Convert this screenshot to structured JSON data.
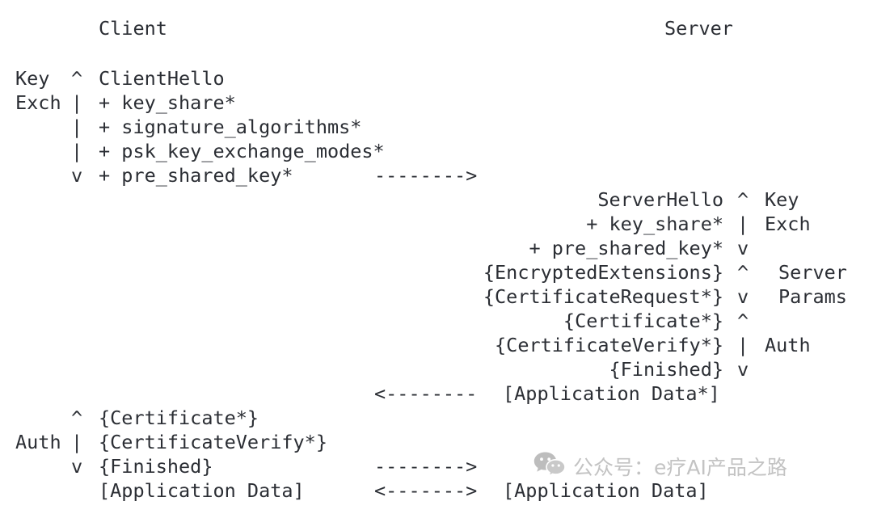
{
  "document": {
    "kind": "tls13-full-handshake-ascii-diagram",
    "background_color": "#ffffff",
    "text_color": "#2b2e34"
  },
  "headers": {
    "client": "Client",
    "server": "Server"
  },
  "client_side": {
    "phases": [
      {
        "label_line_1": "Key",
        "label_line_2": "Exch",
        "name": "key-exchange"
      },
      {
        "label_line_1": "Auth",
        "label_line_2": "",
        "name": "authentication"
      }
    ],
    "key_exchange": {
      "group_label_lines": [
        "Key",
        "Exch"
      ],
      "spine": [
        "^",
        "|",
        "|",
        "|",
        "v"
      ],
      "messages": [
        "ClientHello",
        "+ key_share*",
        "+ signature_algorithms*",
        "+ psk_key_exchange_modes*",
        "+ pre_shared_key*"
      ]
    },
    "auth": {
      "group_label_lines": [
        "",
        "Auth",
        ""
      ],
      "spine": [
        "^",
        "|",
        "v"
      ],
      "messages": [
        "{Certificate*}",
        "{CertificateVerify*}",
        "{Finished}"
      ]
    },
    "app_data": "[Application Data]"
  },
  "server_side": {
    "key_exchange": {
      "spine": [
        "^",
        "|",
        "v"
      ],
      "group_label_lines": [
        "Key",
        "Exch",
        ""
      ],
      "messages": [
        "ServerHello",
        "+ key_share*",
        "+ pre_shared_key*"
      ]
    },
    "server_params": {
      "spine": [
        "^",
        "v"
      ],
      "group_label_lines": [
        "Server",
        "Params"
      ],
      "messages": [
        "{EncryptedExtensions}",
        "{CertificateRequest*}"
      ]
    },
    "auth": {
      "spine": [
        "^",
        "|",
        "v"
      ],
      "group_label_lines": [
        "",
        "Auth",
        ""
      ],
      "messages": [
        "{Certificate*}",
        "{CertificateVerify*}",
        "{Finished}"
      ]
    },
    "app_data": "[Application Data*]"
  },
  "arrows": {
    "client_to_server_1": "-------->",
    "server_to_client_1": "<--------",
    "client_to_server_2": "-------->",
    "bidirectional": "<------->"
  },
  "bottom": {
    "client_app_data": "[Application Data]",
    "server_app_data": "[Application Data]"
  },
  "watermark": {
    "icon": "wechat-icon",
    "text": "公众号：e疗AI产品之路",
    "color": "#c3c3c3"
  }
}
